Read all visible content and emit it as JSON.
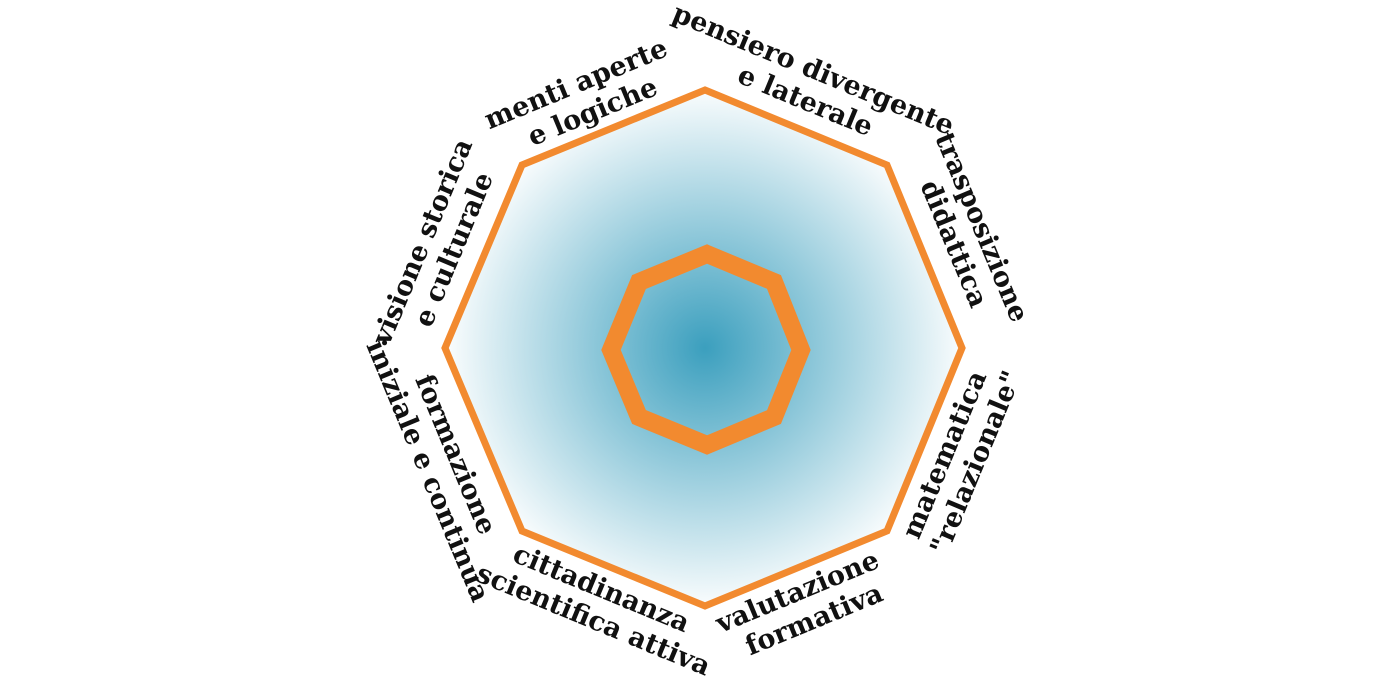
{
  "diagram": {
    "center_gradient_color": "#3b9fbe",
    "outline_color": "#f28a2f",
    "labels": [
      {
        "id": "pensiero",
        "lines": [
          "pensiero divergente",
          "e laterale"
        ]
      },
      {
        "id": "trasposizione",
        "lines": [
          "trasposizione",
          "didattica"
        ]
      },
      {
        "id": "matematica",
        "lines": [
          "matematica",
          "\"relazionale\""
        ]
      },
      {
        "id": "valutazione",
        "lines": [
          "valutazione",
          "formativa"
        ]
      },
      {
        "id": "cittadinanza",
        "lines": [
          "cittadinanza",
          "scientifica attiva"
        ]
      },
      {
        "id": "formazione",
        "lines": [
          "formazione",
          "iniziale e continua"
        ]
      },
      {
        "id": "visione",
        "lines": [
          "visione storica",
          "e culturale"
        ]
      },
      {
        "id": "menti",
        "lines": [
          "menti aperte",
          "e logiche"
        ]
      }
    ]
  }
}
